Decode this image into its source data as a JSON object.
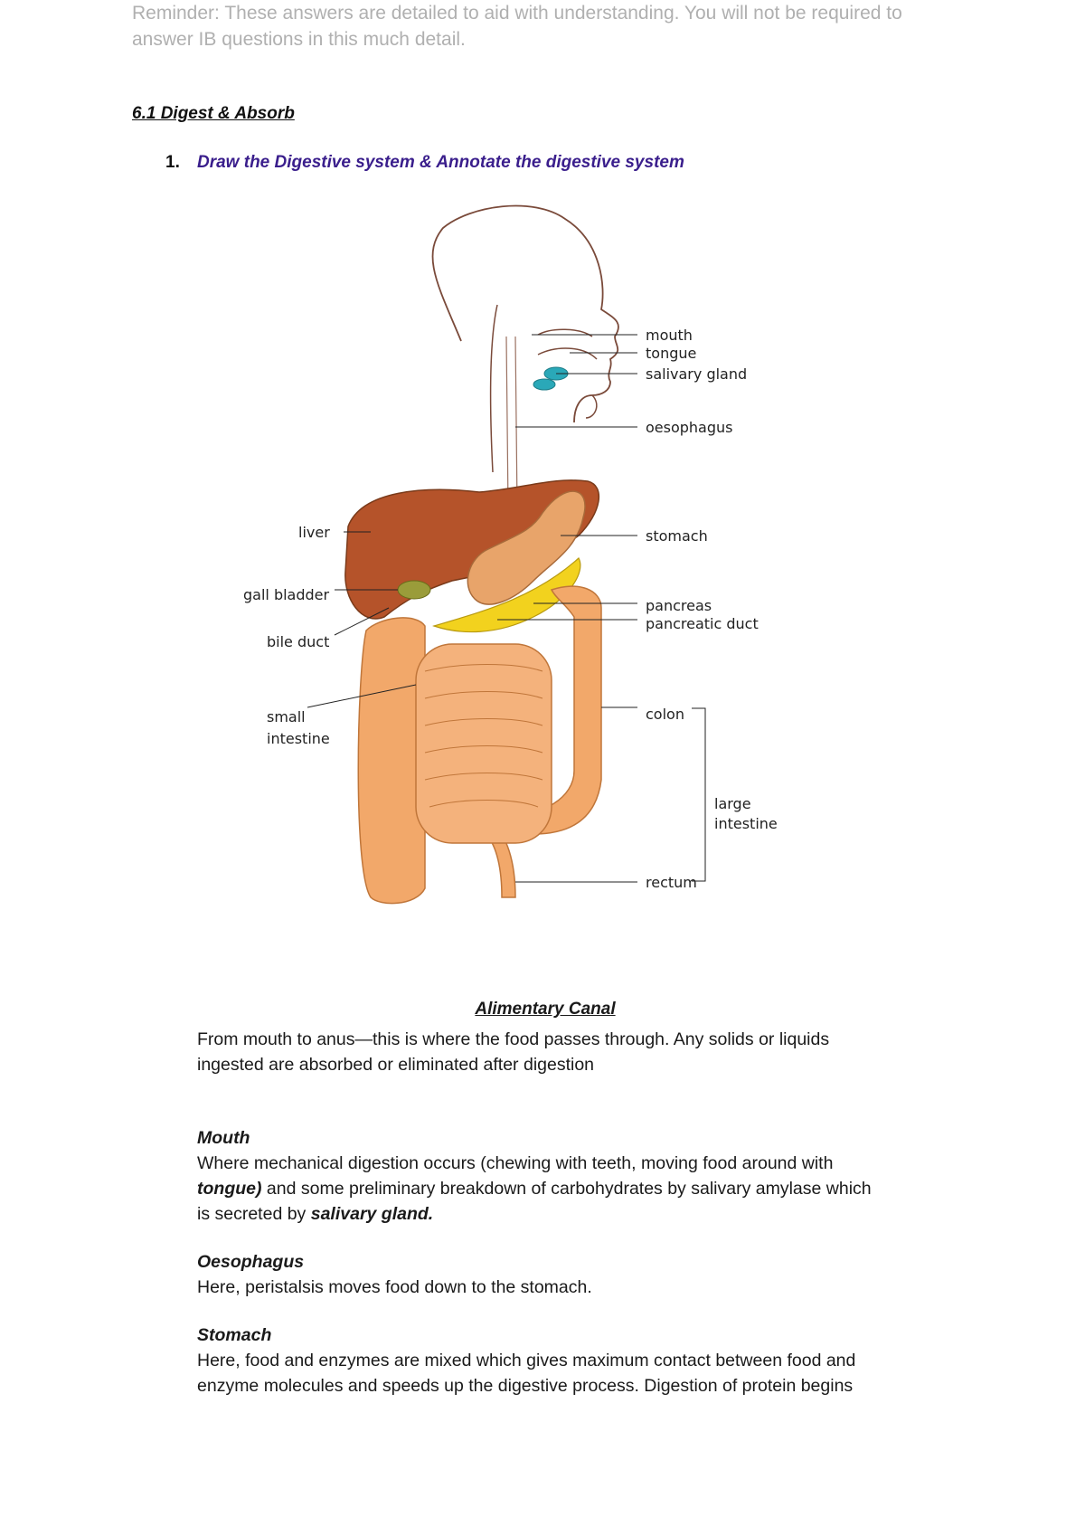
{
  "reminder": "Reminder: These answers are detailed to aid with understanding. You will not be required to answer IB questions in this much detail.",
  "section_title": "6.1 Digest & Absorb",
  "question": {
    "number": "1.",
    "text": "Draw the Digestive system & Annotate the digestive system"
  },
  "diagram": {
    "labels": {
      "mouth": "mouth",
      "tongue": "tongue",
      "salivary_gland": "salivary gland",
      "oesophagus": "oesophagus",
      "liver": "liver",
      "stomach": "stomach",
      "gall_bladder": "gall bladder",
      "pancreas": "pancreas",
      "pancreatic_duct": "pancreatic duct",
      "bile_duct": "bile duct",
      "small_intestine_1": "small",
      "small_intestine_2": "intestine",
      "colon": "colon",
      "large_intestine_1": "large",
      "large_intestine_2": "intestine",
      "rectum": "rectum"
    },
    "colors": {
      "liver": "#b5532a",
      "stomach": "#e8a46a",
      "intestine": "#f2a86a",
      "pancreas": "#f2d21e",
      "gall_bladder": "#9a9c3a",
      "salivary": "#2aa8b8",
      "outline": "#7a4a3a"
    }
  },
  "caption": "Alimentary Canal",
  "intro": {
    "line1": "From mouth to anus—this is where the food passes through. Any solids or liquids",
    "line2": "ingested are absorbed or eliminated after digestion"
  },
  "mouth": {
    "heading": "Mouth",
    "l1": "Where mechanical digestion occurs (chewing with teeth, moving food around with",
    "l2_bold": "tongue)",
    "l2_rest": " and some preliminary breakdown of carbohydrates by salivary amylase which",
    "l3_start": "is secreted by ",
    "l3_bold": "salivary gland."
  },
  "oesophagus": {
    "heading": "Oesophagus",
    "l1": "Here, peristalsis moves food down to the stomach."
  },
  "stomach": {
    "heading": "Stomach",
    "l1": "Here, food and enzymes are mixed which gives maximum contact between food and",
    "l2": "enzyme molecules and speeds up the digestive process. Digestion of protein begins"
  }
}
